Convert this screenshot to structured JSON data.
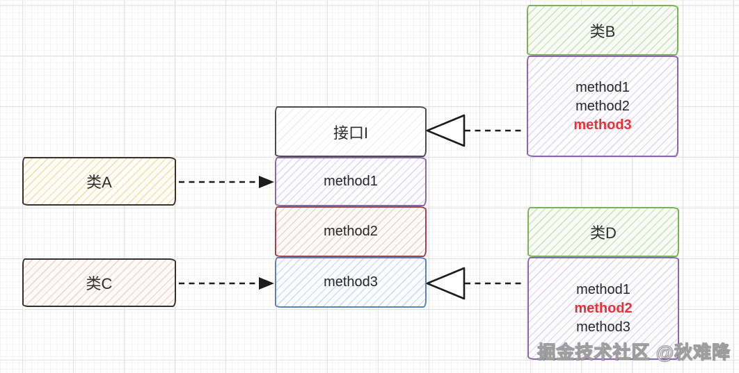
{
  "interface": {
    "title": "接口I",
    "methods": [
      "method1",
      "method2",
      "method3"
    ]
  },
  "classes": {
    "class_a": {
      "label": "类A"
    },
    "class_c": {
      "label": "类C"
    },
    "class_b": {
      "label": "类B",
      "methods": [
        "method1",
        "method2",
        "method3"
      ],
      "highlighted_method": "method3"
    },
    "class_d": {
      "label": "类D",
      "methods": [
        "method1",
        "method2",
        "method3"
      ],
      "highlighted_method": "method2"
    }
  },
  "watermark": "掘金技术社区 @秋难降",
  "colors": {
    "green_border": "#7ab353",
    "purple_border": "#8a68ad",
    "red_border": "#a14350",
    "blue_border": "#5d80ba",
    "dark_border": "#38322b",
    "yellow_fill_line": "#e7b150",
    "pink_fill_line": "#e28888",
    "highlight_text": "#e53238",
    "text": "#2d2d2d",
    "grid_line": "#e2e2e2"
  }
}
